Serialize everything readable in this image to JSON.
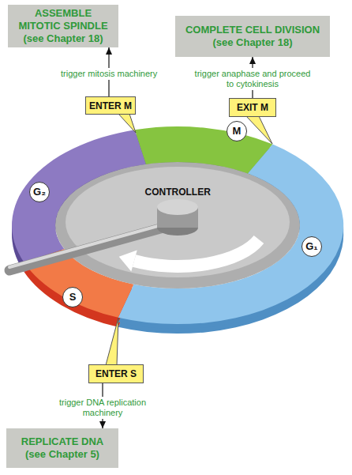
{
  "diagram": {
    "nodes": [
      {
        "text": [
          "ASSEMBLE MITOTIC SPINDLE",
          "(see Chapter 18)"
        ]
      },
      {
        "text": [
          "COMPLETE CELL DIVISION",
          "(see Chapter 18)"
        ]
      },
      {
        "text": [
          "ENTER M"
        ]
      },
      {
        "text": [
          "EXIT M"
        ]
      },
      {
        "text": [
          "M"
        ]
      },
      {
        "text": [
          "G₂"
        ]
      },
      {
        "text": [
          "S"
        ]
      },
      {
        "text": [
          "G₁"
        ]
      },
      {
        "text": [
          "ENTER S"
        ]
      },
      {
        "text": [
          "REPLICATE DNA",
          "(see Chapter 5)"
        ]
      }
    ],
    "edges": [
      {
        "from": 2,
        "to": 0,
        "label": "trigger mitosis machinery",
        "arrow": "to"
      },
      {
        "from": 3,
        "to": 1,
        "label": "trigger anaphase and proceed to cytokinesis",
        "arrow": "to"
      },
      {
        "from": 8,
        "to": 9,
        "label": "trigger DNA replication machinery",
        "arrow": "to"
      }
    ],
    "labels": [
      "CONTROLLER"
    ]
  }
}
